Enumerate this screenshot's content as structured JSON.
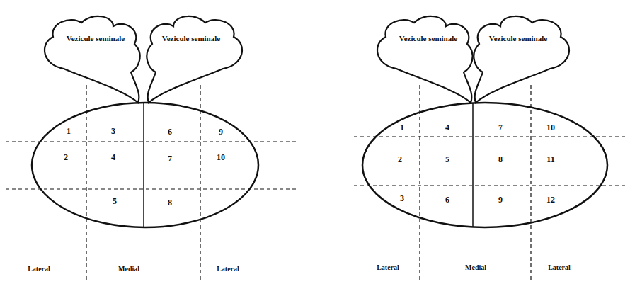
{
  "diagram": {
    "nodes": [
      {
        "text": [
          "Vezicule seminale"
        ]
      },
      {
        "text": [
          "Vezicule seminale"
        ]
      },
      {
        "text": [
          "Vezicule seminale"
        ]
      },
      {
        "text": [
          "Vezicule seminale"
        ]
      }
    ],
    "labels": [
      "1",
      "2",
      "3",
      "4",
      "5",
      "6",
      "7",
      "8",
      "9",
      "10",
      "Lateral",
      "Medial",
      "Lateral",
      "1",
      "2",
      "3",
      "4",
      "5",
      "6",
      "7",
      "8",
      "9",
      "10",
      "11",
      "12",
      "Lateral",
      "Medial",
      "Lateral"
    ]
  }
}
